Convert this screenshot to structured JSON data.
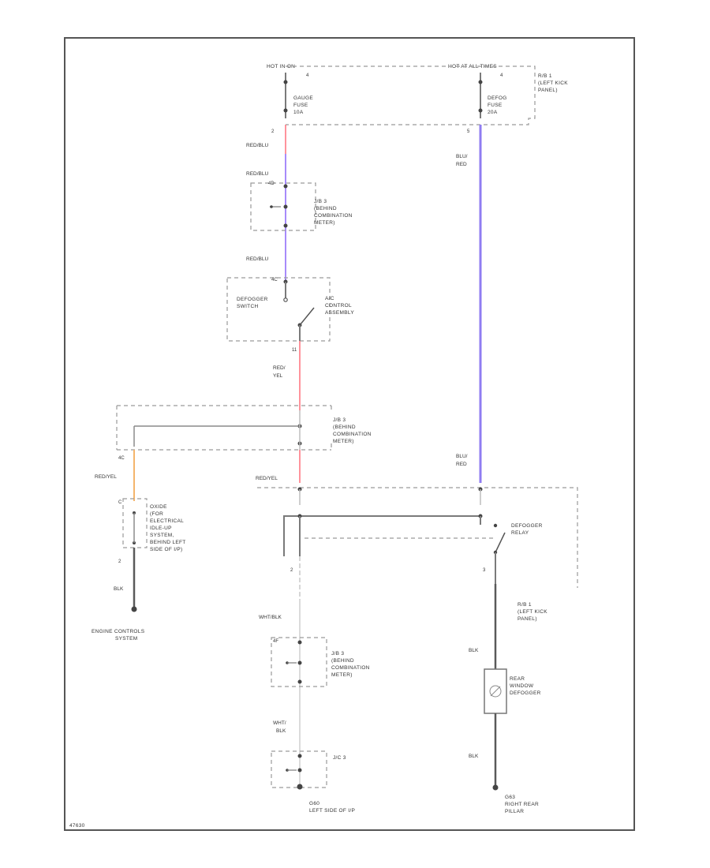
{
  "top": {
    "hot_in_on": "HOT IN ON",
    "hot_at_all_times": "HOT AT ALL TIMES",
    "pin_left": "4",
    "pin_right": "4"
  },
  "fuses": {
    "gauge_fuse": [
      "GAUGE",
      "FUSE",
      "10A"
    ],
    "gauge_pin_below": "2",
    "defog_fuse": [
      "DEFOG",
      "FUSE",
      "20A"
    ],
    "defog_pin_below": "5",
    "rb1": [
      "R/B 1",
      "(LEFT KICK",
      "PANEL)"
    ]
  },
  "wires": {
    "red_blu_1": "RED/BLU",
    "red_blu_2": "RED/BLU",
    "red_blu_3": "RED/BLU",
    "blu_red_1": [
      "BLU/",
      "RED"
    ],
    "blu_red_2": [
      "BLU/",
      "RED"
    ],
    "red_yel_1": [
      "RED/",
      "YEL"
    ],
    "red_yel_2": "RED/YEL",
    "red_yel_3": "RED/YEL",
    "wht_blk_1": "WHT/BLK",
    "wht_blk_2": [
      "WHT/",
      "BLK"
    ],
    "blk_left": "BLK",
    "blk_right_1": "BLK",
    "blk_right_2": "BLK"
  },
  "junctions": {
    "jb3_top": [
      "J/B 3",
      "(BEHIND",
      "COMBINATION",
      "METER)"
    ],
    "jb3_top_pin": "4D",
    "jb3_mid": [
      "J/B 3",
      "(BEHIND",
      "COMBINATION",
      "METER)"
    ],
    "jb3_mid_pin": "4C",
    "jb3_low": [
      "J/B 3",
      "(BEHIND",
      "COMBINATION",
      "METER)"
    ],
    "jb3_low_pin": "4F",
    "jc3": "J/C 3"
  },
  "ac": {
    "defogger_switch": [
      "DEFOGGER",
      "SWITCH"
    ],
    "ac_control": [
      "A/C",
      "CONTROL",
      "ASSEMBLY"
    ],
    "pin_top": "4C",
    "pin_bottom": "11"
  },
  "ecu": {
    "lines": [
      "OXIDE",
      "(FOR",
      "ELECTRICAL",
      "IDLE-UP",
      "SYSTEM,",
      "BEHIND LEFT",
      "SIDE OF I/P)"
    ],
    "pin_top": "C",
    "pin_bottom": "2",
    "ecs_label": [
      "ENGINE CONTROLS",
      "SYSTEM"
    ]
  },
  "relay": {
    "label": [
      "DEFOGGER",
      "RELAY"
    ],
    "pin_left": "2",
    "pin_right": "3",
    "rb1": [
      "R/B 1",
      "(LEFT KICK",
      "PANEL)"
    ]
  },
  "rear": {
    "label": [
      "REAR",
      "WINDOW",
      "DEFOGGER"
    ]
  },
  "grounds": {
    "left": [
      "G60",
      "LEFT SIDE OF I/P"
    ],
    "right": [
      "G63",
      "RIGHT REAR",
      "PILLAR"
    ]
  },
  "footer": {
    "code": "47630"
  },
  "colors": {
    "red": "#ff6f7a",
    "violet": "#a78bfa",
    "violet_strong": "#8f7cf2",
    "orange": "#f4b56c",
    "gray": "#7a7a7a"
  }
}
